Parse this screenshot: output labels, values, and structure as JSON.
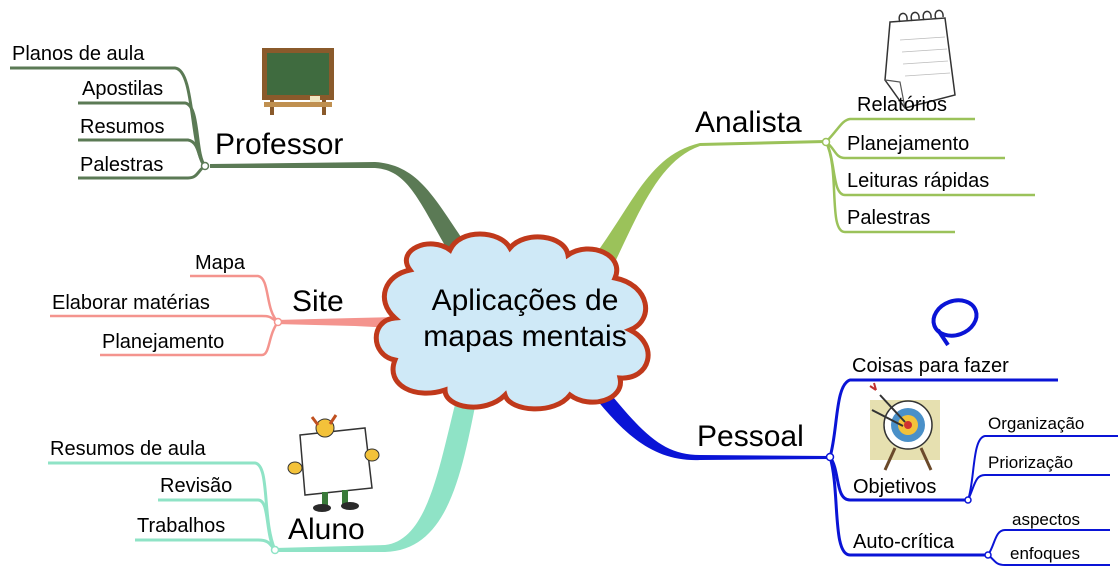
{
  "center": {
    "line1": "Aplicações de",
    "line2": "mapas mentais"
  },
  "colors": {
    "professor": "#5b7a55",
    "analista": "#9bc25a",
    "site": "#f4948e",
    "aluno": "#8fe3c6",
    "pessoal": "#0a14d6",
    "cloud_fill": "#cfe9f7",
    "cloud_stroke": "#c0391b"
  },
  "branches": {
    "professor": {
      "label": "Professor",
      "icon": "chalkboard-icon",
      "items": [
        "Planos de aula",
        "Apostilas",
        "Resumos",
        "Palestras"
      ]
    },
    "site": {
      "label": "Site",
      "items": [
        "Mapa",
        "Elaborar matérias",
        "Planejamento"
      ]
    },
    "aluno": {
      "label": "Aluno",
      "icon": "character-with-sign-icon",
      "items": [
        "Resumos de aula",
        "Revisão",
        "Trabalhos"
      ]
    },
    "analista": {
      "label": "Analista",
      "icon": "notepad-icon",
      "items": [
        "Relatórios",
        "Planejamento",
        "Leituras rápidas",
        "Palestras"
      ]
    },
    "pessoal": {
      "label": "Pessoal",
      "icon": "target-with-arrows-icon",
      "items": [
        {
          "label": "Coisas para fazer",
          "icon": "loop-icon"
        },
        {
          "label": "Objetivos",
          "children": [
            "Organização",
            "Priorização"
          ]
        },
        {
          "label": "Auto-crítica",
          "children": [
            "aspectos",
            "enfoques"
          ]
        }
      ]
    }
  }
}
